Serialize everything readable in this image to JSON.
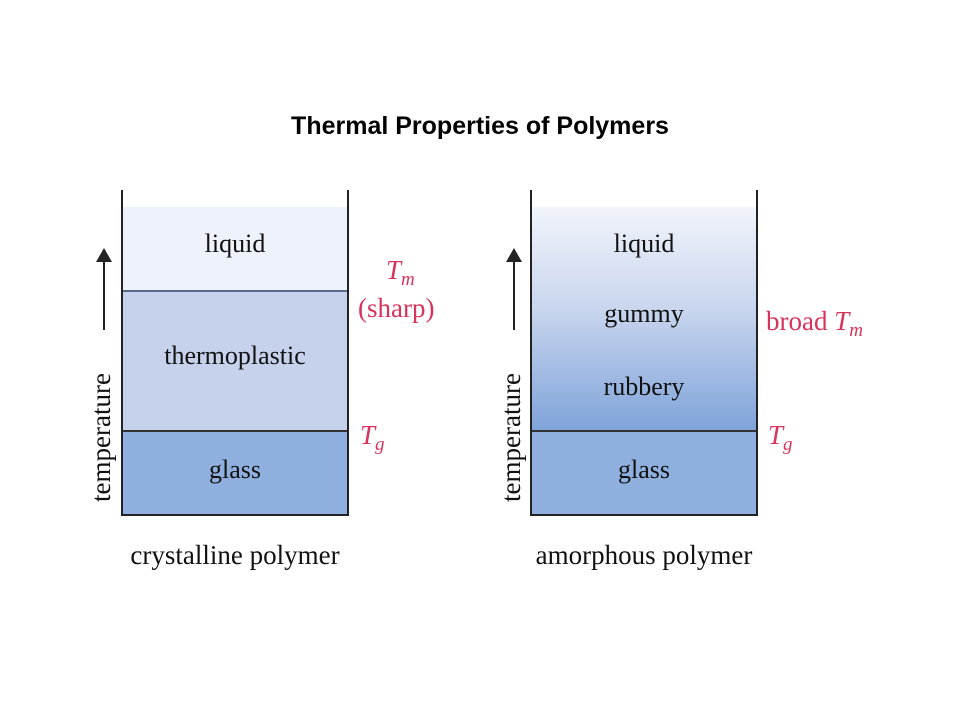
{
  "title": "Thermal Properties of Polymers",
  "crystalline": {
    "caption": "crystalline polymer",
    "axis_label": "temperature",
    "bands": {
      "liquid": "liquid",
      "thermoplastic": "thermoplastic",
      "glass": "glass"
    },
    "marks": {
      "tm_symbol": "T",
      "tm_sub": "m",
      "tm_note": "(sharp)",
      "tg_symbol": "T",
      "tg_sub": "g"
    }
  },
  "amorphous": {
    "caption": "amorphous polymer",
    "axis_label": "temperature",
    "bands": {
      "liquid": "liquid",
      "gummy": "gummy",
      "rubbery": "rubbery",
      "glass": "glass"
    },
    "marks": {
      "tm_prefix": "broad",
      "tm_symbol": "T",
      "tm_sub": "m",
      "tg_symbol": "T",
      "tg_sub": "g"
    }
  },
  "colors": {
    "accent": "#d8335b",
    "liquid_band": "#eef2fa",
    "thermoplastic_band": "#c6d2ec",
    "glass_band": "#8fb0de",
    "gradient_top": "#f1f4fb",
    "gradient_bottom": "#7fa3da"
  }
}
